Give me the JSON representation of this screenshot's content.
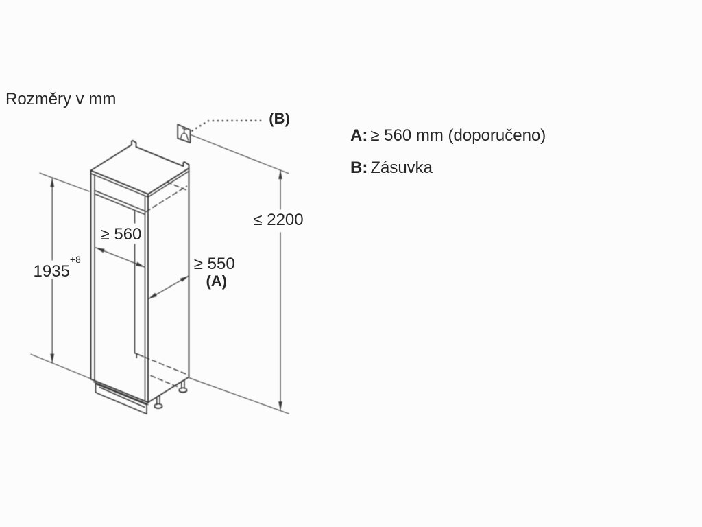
{
  "title": "Rozměry v mm",
  "legend": {
    "items": [
      {
        "key": "A:",
        "text": "≥ 560 mm (doporučeno)"
      },
      {
        "key": "B:",
        "text": "Zásuvka"
      }
    ]
  },
  "dimensions": {
    "total_height": "≤ 2200",
    "niche_height": {
      "value": "1935",
      "tolerance": "+8"
    },
    "niche_width": "≥ 560",
    "depth": {
      "value": "≥ 550",
      "key": "(A)"
    },
    "socket_callout": "(B)"
  },
  "icons": {
    "socket": "power-socket-icon"
  },
  "colors": {
    "line": "#3a3a3a",
    "text": "#262626",
    "background": "#fcfcfc"
  }
}
